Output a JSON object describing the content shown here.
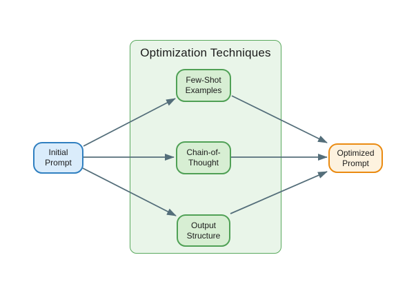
{
  "title": "Optimization Techniques",
  "colors": {
    "edge": "#546e7a",
    "container-fill": "#e9f5e9",
    "container-border": "#58a85c",
    "green-fill": "#d7eed3",
    "green-border": "#4fa055",
    "blue-fill": "#daecfb",
    "blue-border": "#2f7fc0",
    "orange-fill": "#fdf2df",
    "orange-border": "#ea8a10",
    "text": "#1a1a1a"
  },
  "nodes": {
    "initial": {
      "lines": [
        "Initial",
        "Prompt"
      ]
    },
    "few_shot": {
      "lines": [
        "Few-Shot",
        "Examples"
      ]
    },
    "cot": {
      "lines": [
        "Chain-of-",
        "Thought"
      ]
    },
    "output": {
      "lines": [
        "Output",
        "Structure"
      ]
    },
    "optimized": {
      "lines": [
        "Optimized",
        "Prompt"
      ]
    }
  },
  "edges": [
    {
      "from": "initial",
      "to": "few_shot"
    },
    {
      "from": "initial",
      "to": "cot"
    },
    {
      "from": "initial",
      "to": "output"
    },
    {
      "from": "few_shot",
      "to": "optimized"
    },
    {
      "from": "cot",
      "to": "optimized"
    },
    {
      "from": "output",
      "to": "optimized"
    }
  ]
}
